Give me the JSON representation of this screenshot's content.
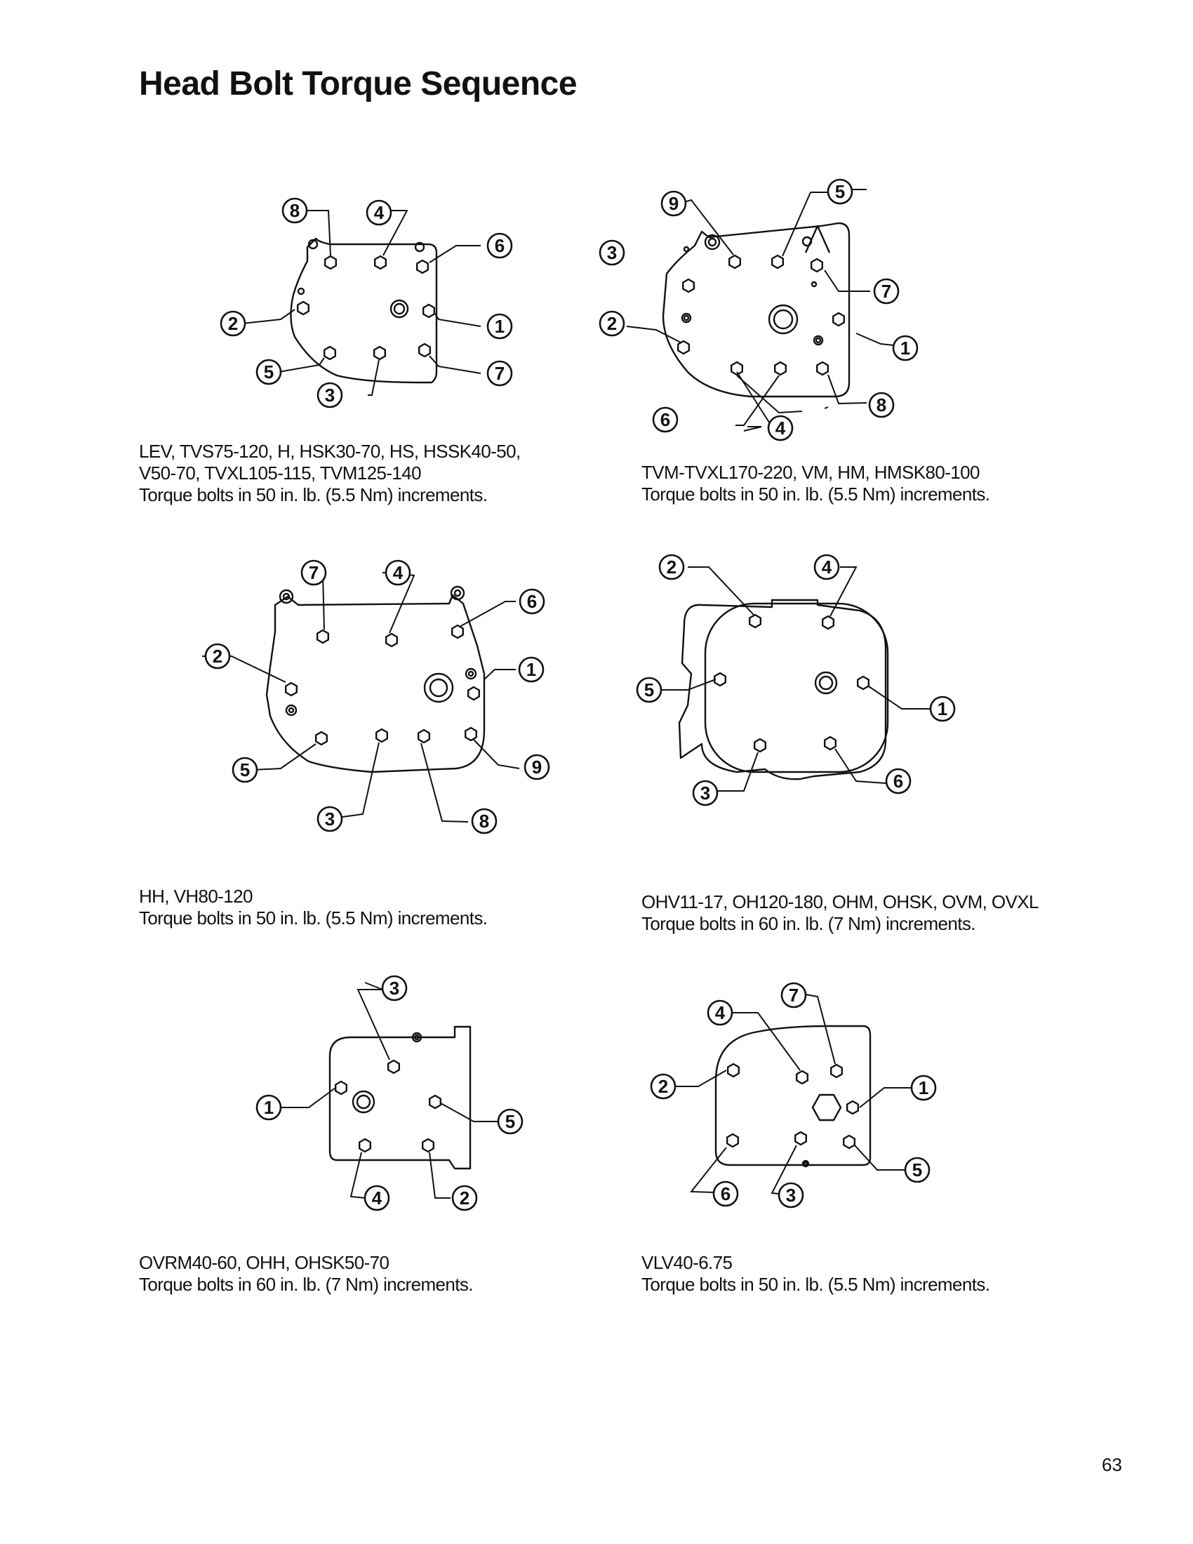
{
  "page": {
    "title": "Head Bolt Torque Sequence",
    "page_number": "63"
  },
  "diagrams": [
    {
      "models_line1": "LEV, TVS75-120, H, HSK30-70, HS, HSSK40-50,",
      "models_line2": "V50-70, TVXL105-115, TVM125-140",
      "torque": "Torque bolts in 50 in. lb. (5.5 Nm) increments."
    },
    {
      "models_line1": "TVM-TVXL170-220, VM, HM, HMSK80-100",
      "torque": "Torque bolts in 50 in. lb. (5.5 Nm) increments."
    },
    {
      "models_line1": "HH, VH80-120",
      "torque": "Torque bolts in 50 in. lb. (5.5 Nm) increments."
    },
    {
      "models_line1": "OHV11-17, OH120-180, OHM, OHSK, OVM, OVXL",
      "torque": "Torque bolts in 60 in. lb. (7 Nm) increments."
    },
    {
      "models_line1": "OVRM40-60, OHH, OHSK50-70",
      "torque": "Torque bolts in 60 in. lb. (7 Nm) increments."
    },
    {
      "models_line1": "VLV40-6.75",
      "torque": "Torque bolts in 50 in. lb. (5.5 Nm) increments."
    }
  ],
  "sequence_labels": {
    "d1": [
      "1",
      "2",
      "3",
      "4",
      "5",
      "6",
      "7",
      "8"
    ],
    "d2": [
      "1",
      "2",
      "3",
      "4",
      "5",
      "6",
      "7",
      "8",
      "9"
    ],
    "d3": [
      "1",
      "2",
      "3",
      "4",
      "5",
      "6",
      "7",
      "8",
      "9"
    ],
    "d4": [
      "1",
      "2",
      "3",
      "4",
      "5",
      "6"
    ],
    "d5": [
      "1",
      "2",
      "3",
      "4",
      "5"
    ],
    "d6": [
      "1",
      "2",
      "3",
      "4",
      "5",
      "6",
      "7"
    ]
  }
}
